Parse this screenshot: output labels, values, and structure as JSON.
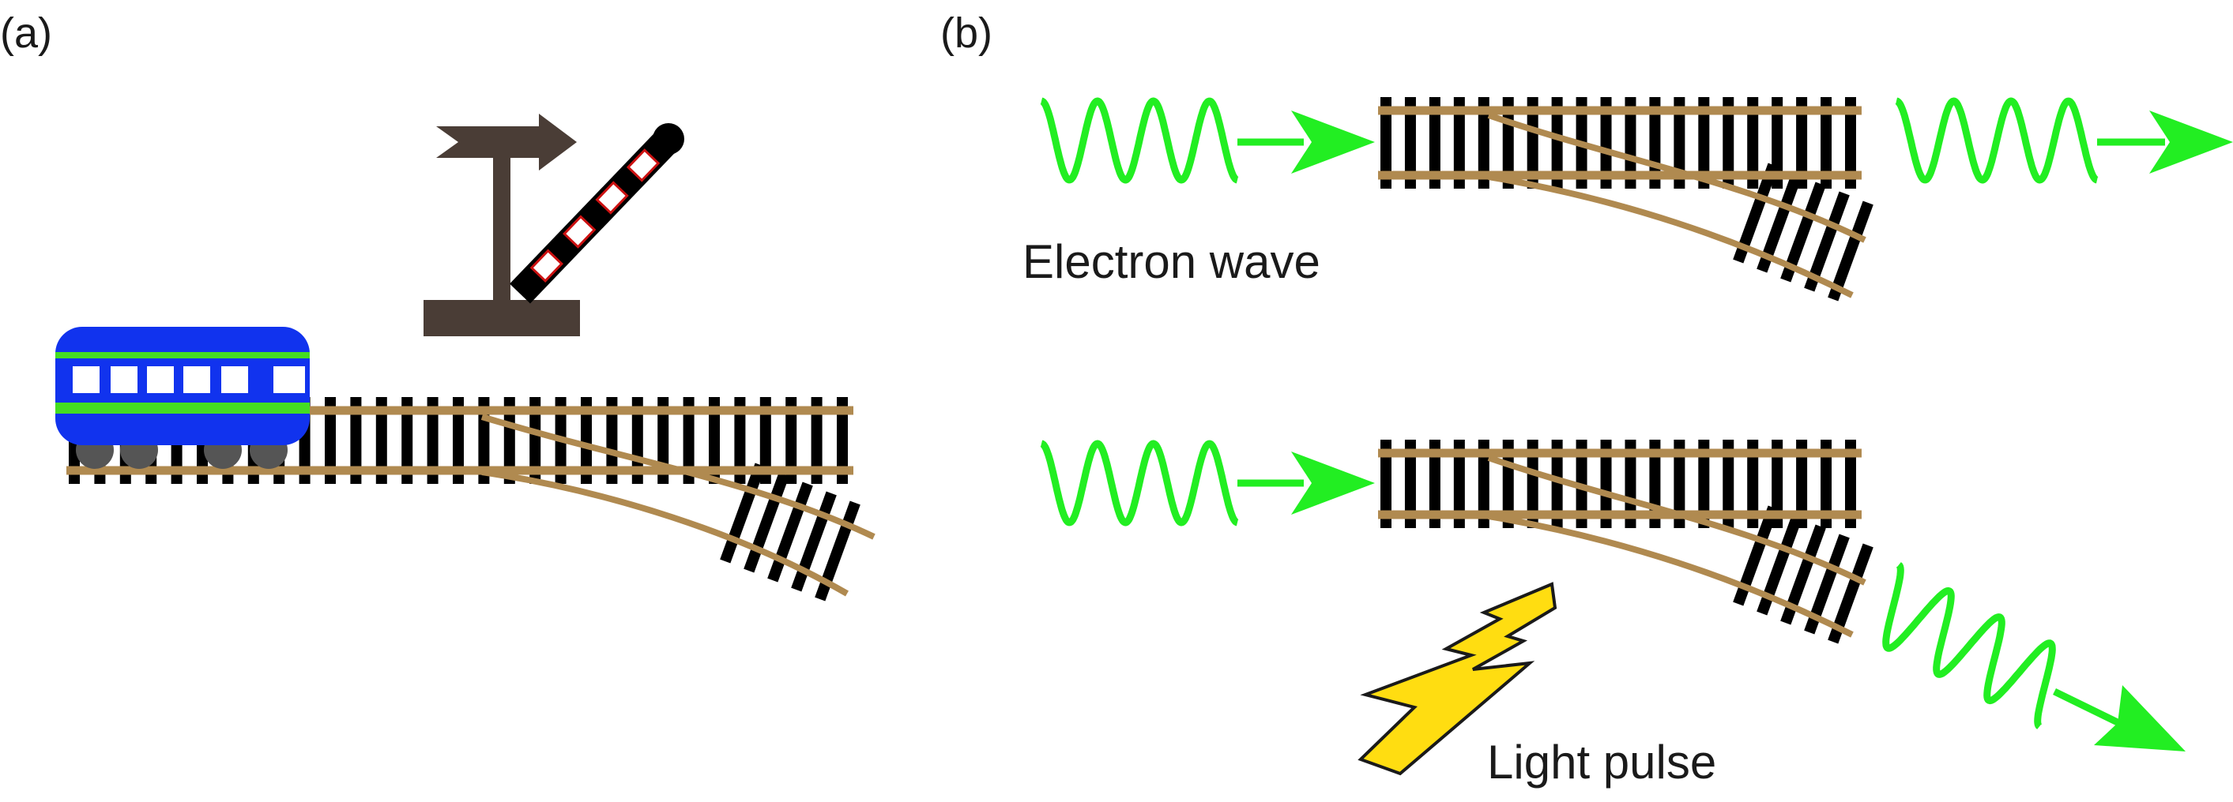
{
  "panels": {
    "a": {
      "label": "(a)"
    },
    "b": {
      "label": "(b)",
      "top_caption": "Electron wave",
      "bottom_caption": "Light pulse"
    }
  },
  "colors": {
    "wave": "#22ee22",
    "rail": "#b08a50",
    "sleeper": "#000000",
    "signal_post": "#4a3d36",
    "train_body": "#1133ee",
    "train_stripe": "#44dd22",
    "train_window": "#ffffff",
    "wheel": "#555555",
    "lightning_fill": "#ffdd11",
    "lightning_stroke": "#1a1a1a",
    "arm_mark": "#cc1111"
  },
  "icons": {
    "train": "railway-carriage",
    "signal": "semaphore-signal",
    "direction": "arrow-sign",
    "pulse": "lightning-bolt",
    "track": "railway-switch"
  }
}
